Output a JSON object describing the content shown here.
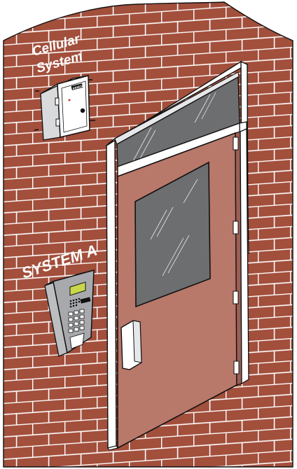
{
  "labels": {
    "cellular_line1": "Cellular",
    "cellular_line2": "System",
    "system_a": "SYSTEM A",
    "device_badge": "ARMOR"
  },
  "colors": {
    "brick": "#a24f3c",
    "mortar": "#ffffff",
    "door": "#b8786a",
    "glass": "#6d6e70",
    "frame": "#ffffff",
    "outline": "#111111",
    "label_text": "#ffffff",
    "display_screen": "#c9d84a"
  },
  "icons": {
    "brick_wall": "brick-wall",
    "cellular_enclosure": "electrical-enclosure-icon",
    "keypad_unit": "telephone-entry-keypad-icon",
    "door": "door-icon",
    "door_pull": "door-pull-handle-icon",
    "hinge": "hinge-icon"
  }
}
